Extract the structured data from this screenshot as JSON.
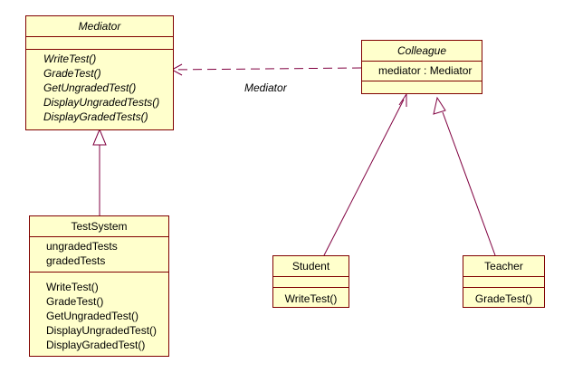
{
  "mediator": {
    "name": "Mediator",
    "operations": [
      "WriteTest()",
      "GradeTest()",
      "GetUngradedTest()",
      "DisplayUngradedTests()",
      "DisplayGradedTests()"
    ]
  },
  "colleague": {
    "name": "Colleague",
    "attributes": [
      "mediator : Mediator"
    ]
  },
  "testsystem": {
    "name": "TestSystem",
    "attributes": [
      "ungradedTests",
      "gradedTests"
    ],
    "operations": [
      "WriteTest()",
      "GradeTest()",
      "GetUngradedTest()",
      "DisplayUngradedTest()",
      "DisplayGradedTest()"
    ]
  },
  "student": {
    "name": "Student",
    "operations": [
      "WriteTest()"
    ]
  },
  "teacher": {
    "name": "Teacher",
    "operations": [
      "GradeTest()"
    ]
  },
  "association": {
    "label": "Mediator"
  },
  "colors": {
    "box_fill": "#ffffcc",
    "border": "#800000",
    "line": "#800040"
  }
}
